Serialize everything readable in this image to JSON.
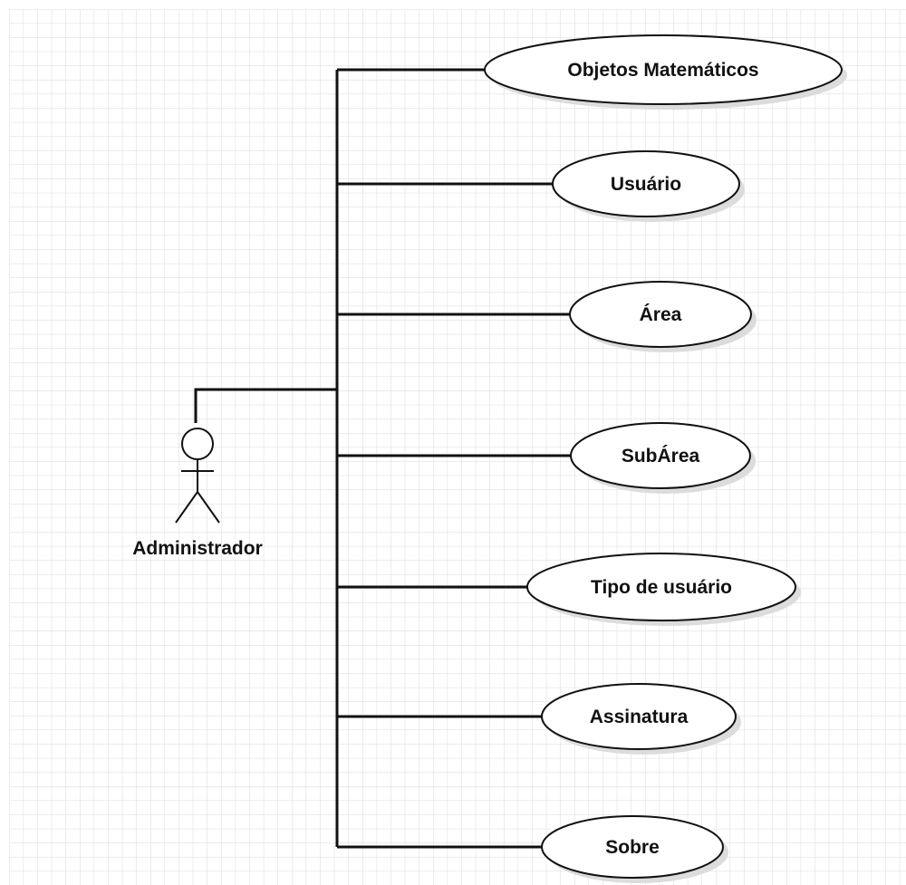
{
  "diagram": {
    "type": "uml-use-case",
    "actor": {
      "label": "Administrador"
    },
    "use_cases": [
      {
        "id": "objetos",
        "label": "Objetos Matemáticos"
      },
      {
        "id": "usuario",
        "label": "Usuário"
      },
      {
        "id": "area",
        "label": "Área"
      },
      {
        "id": "subarea",
        "label": "SubÁrea"
      },
      {
        "id": "tipo",
        "label": "Tipo de usuário"
      },
      {
        "id": "assinatura",
        "label": "Assinatura"
      },
      {
        "id": "sobre",
        "label": "Sobre"
      }
    ],
    "colors": {
      "grid_line": "#d9d9d9",
      "stroke": "#111111",
      "shadow": "#dcdcdc",
      "fill": "#ffffff"
    }
  }
}
